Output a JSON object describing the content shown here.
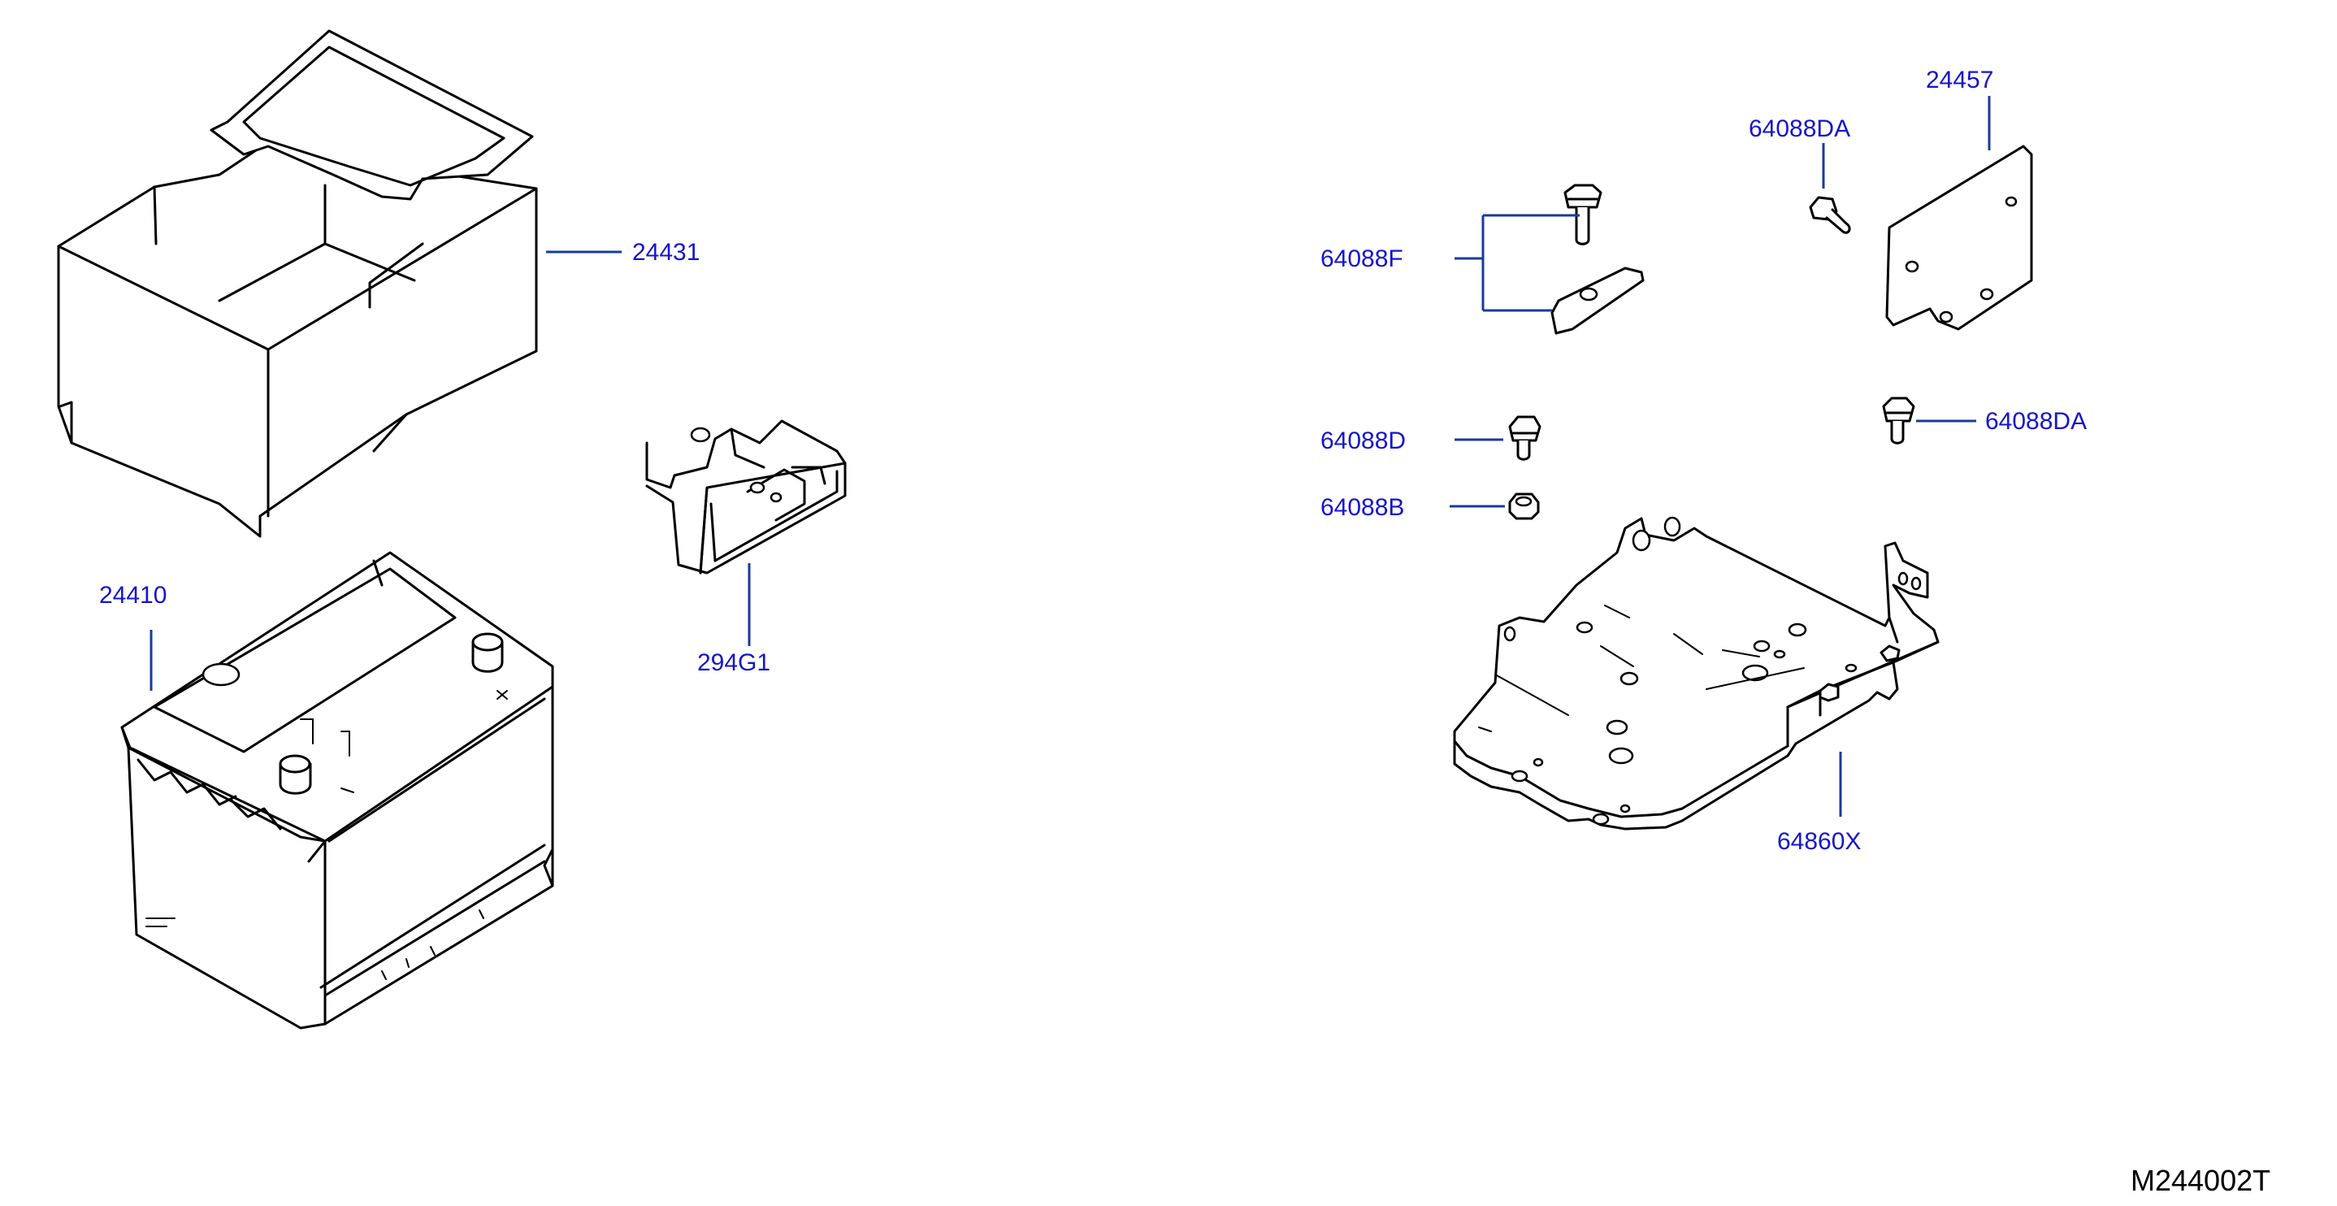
{
  "colors": {
    "label": "#1515cc",
    "leader": "#1a3a9c",
    "line": "#000000"
  },
  "labels": {
    "p24431": "24431",
    "p24410": "24410",
    "p294G1": "294G1",
    "p64088F": "64088F",
    "p24457": "24457",
    "p64088DA_top": "64088DA",
    "p64088DA_mid": "64088DA",
    "p64088D": "64088D",
    "p64088B": "64088B",
    "p64860X": "64860X"
  },
  "diagram_code": "M244002T"
}
